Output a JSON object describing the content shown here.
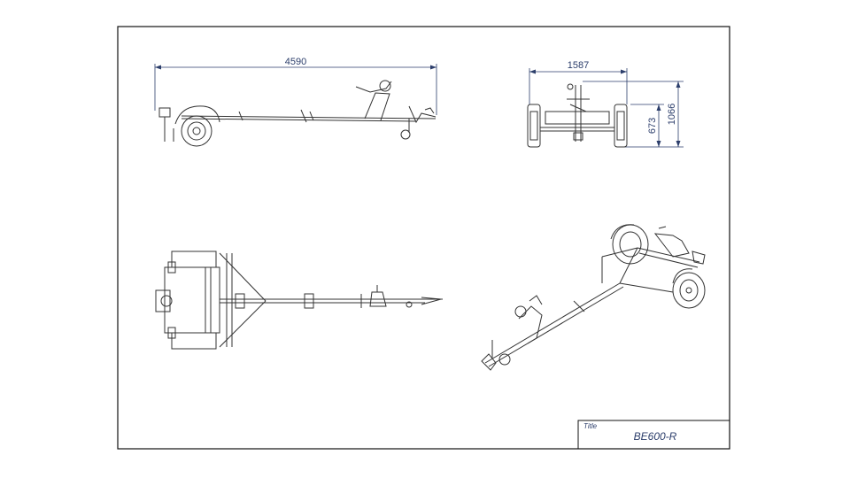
{
  "dimensions": {
    "side_length": "4590",
    "front_width": "1587",
    "front_height_low": "673",
    "front_height_total": "1066"
  },
  "title_block": {
    "label": "Title",
    "value": "BE600-R"
  },
  "colors": {
    "dimension": "#2c3e6b",
    "line": "#333333"
  }
}
